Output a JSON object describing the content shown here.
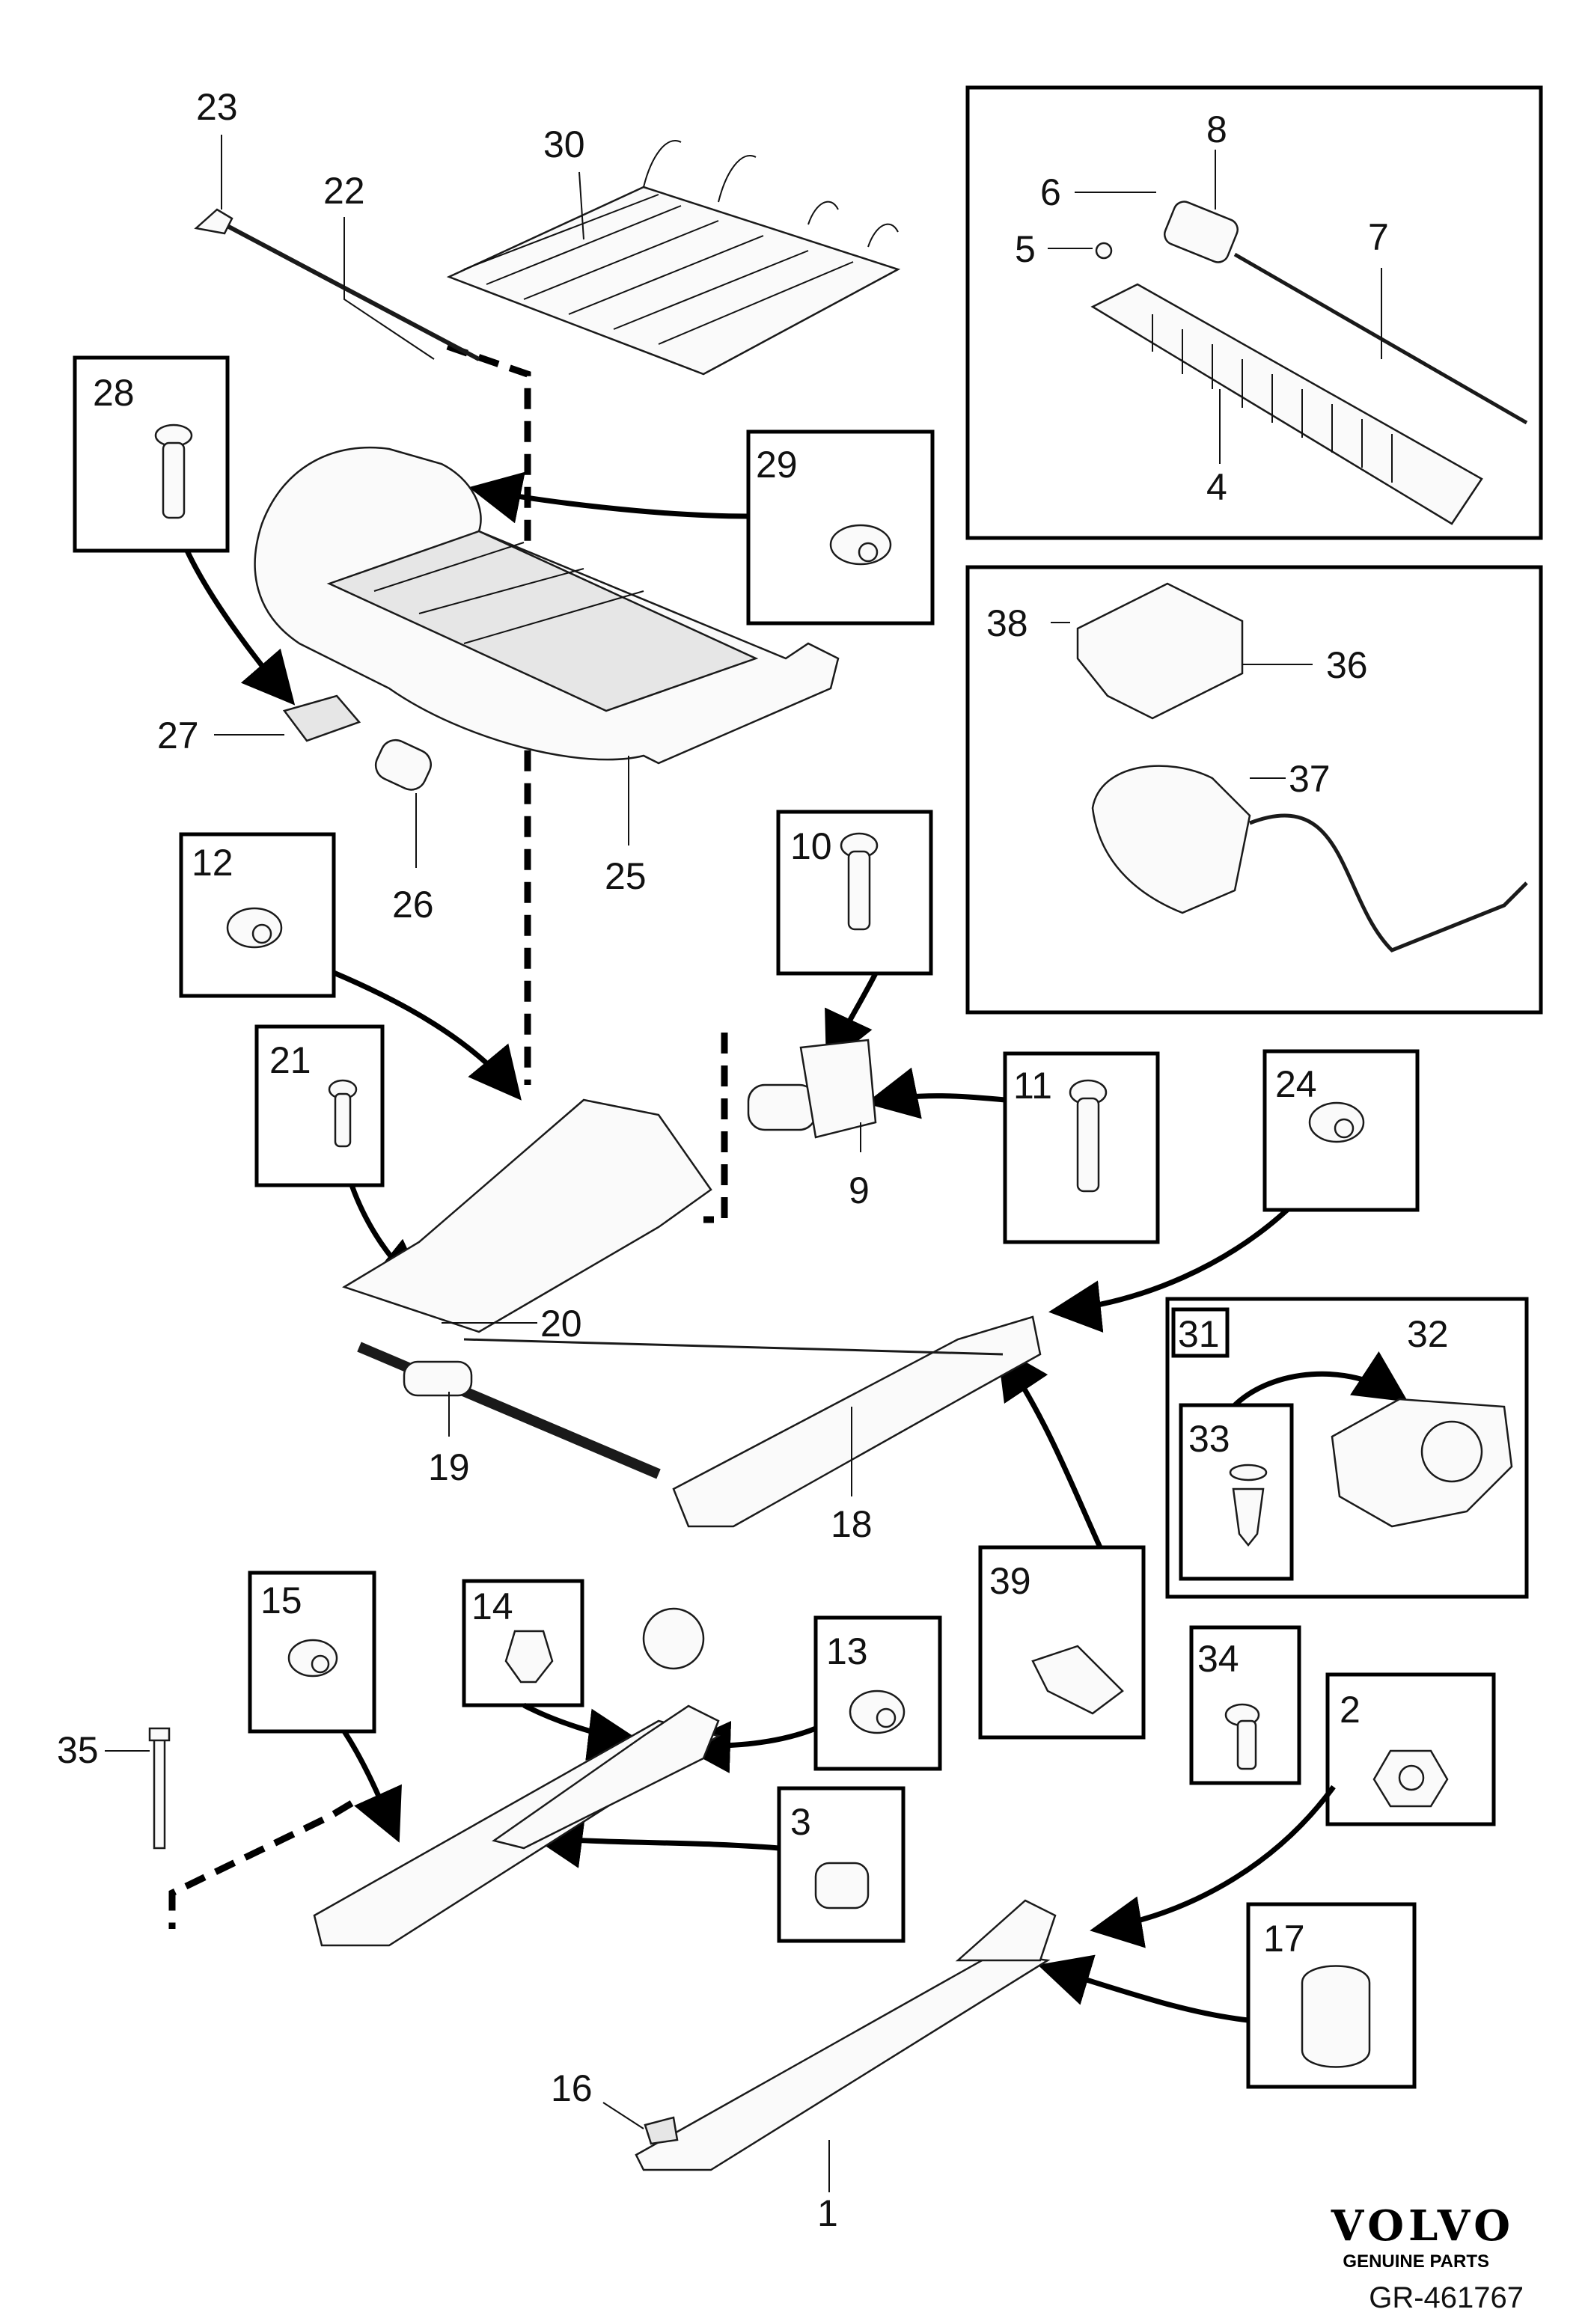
{
  "callouts": {
    "c1": "1",
    "c2": "2",
    "c3": "3",
    "c4": "4",
    "c5": "5",
    "c6": "6",
    "c7": "7",
    "c8": "8",
    "c9": "9",
    "c10": "10",
    "c11": "11",
    "c12": "12",
    "c13": "13",
    "c14": "14",
    "c15": "15",
    "c16": "16",
    "c17": "17",
    "c18": "18",
    "c19": "19",
    "c20": "20",
    "c21": "21",
    "c22": "22",
    "c23": "23",
    "c24": "24",
    "c25": "25",
    "c26": "26",
    "c27": "27",
    "c28": "28",
    "c29": "29",
    "c30": "30",
    "c31": "31",
    "c32": "32",
    "c33": "33",
    "c34": "34",
    "c35": "35",
    "c36": "36",
    "c37": "37",
    "c38": "38",
    "c39": "39"
  },
  "footer": {
    "brand": "VOLVO",
    "brand_sub": "GENUINE PARTS",
    "reference": "GR-461767"
  }
}
